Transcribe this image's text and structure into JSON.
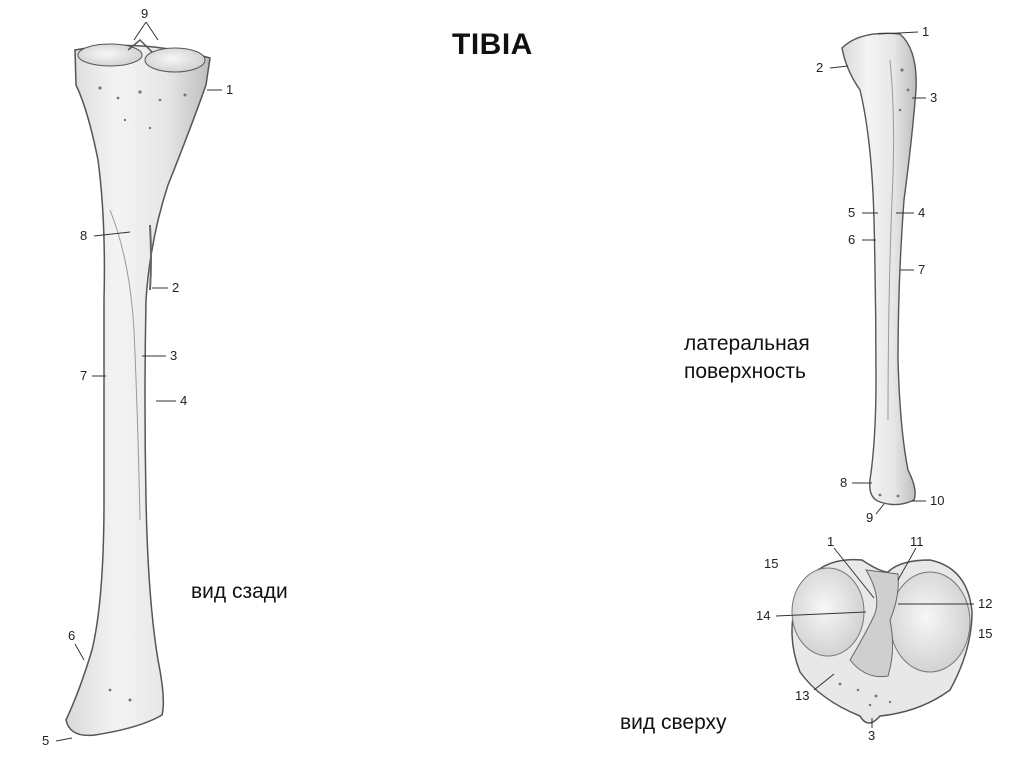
{
  "title": "TIBIA",
  "captions": {
    "posterior": "вид сзади",
    "lateral_line1": "латеральная",
    "lateral_line2": "поверхность",
    "superior": "вид сверху"
  },
  "posterior_view": {
    "labels": [
      "9",
      "1",
      "8",
      "2",
      "3",
      "7",
      "4",
      "6",
      "5"
    ]
  },
  "lateral_view": {
    "labels": [
      "1",
      "2",
      "3",
      "5",
      "4",
      "6",
      "7",
      "8",
      "10",
      "9"
    ]
  },
  "superior_view": {
    "labels": [
      "1",
      "11",
      "15",
      "12",
      "14",
      "15",
      "13",
      "3"
    ]
  },
  "colors": {
    "bone_fill": "#ececec",
    "bone_shade": "#c8c8c8",
    "outline": "#555555",
    "text": "#111111"
  }
}
